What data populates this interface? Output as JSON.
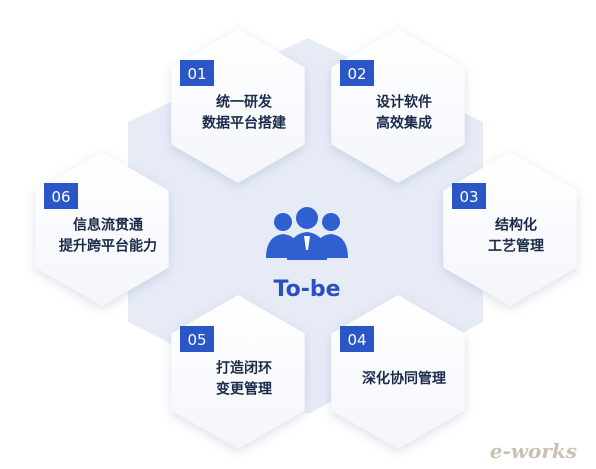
{
  "center_label": "To-be",
  "watermark": "e-works",
  "colors": {
    "accent": "#2f5fd0",
    "badge": "#2a56c8",
    "background_hex": "#e6ebf6",
    "tile": "#ffffff",
    "text": "#1b2a4a"
  },
  "icons": {
    "center": "people-group-icon"
  },
  "nodes": [
    {
      "number": "01",
      "lines": [
        "统一研发",
        "数据平台搭建"
      ]
    },
    {
      "number": "02",
      "lines": [
        "设计软件",
        "高效集成"
      ]
    },
    {
      "number": "03",
      "lines": [
        "结构化",
        "工艺管理"
      ]
    },
    {
      "number": "04",
      "lines": [
        "深化协同管理"
      ]
    },
    {
      "number": "05",
      "lines": [
        "打造闭环",
        "变更管理"
      ]
    },
    {
      "number": "06",
      "lines": [
        "信息流贯通",
        "提升跨平台能力"
      ]
    }
  ]
}
